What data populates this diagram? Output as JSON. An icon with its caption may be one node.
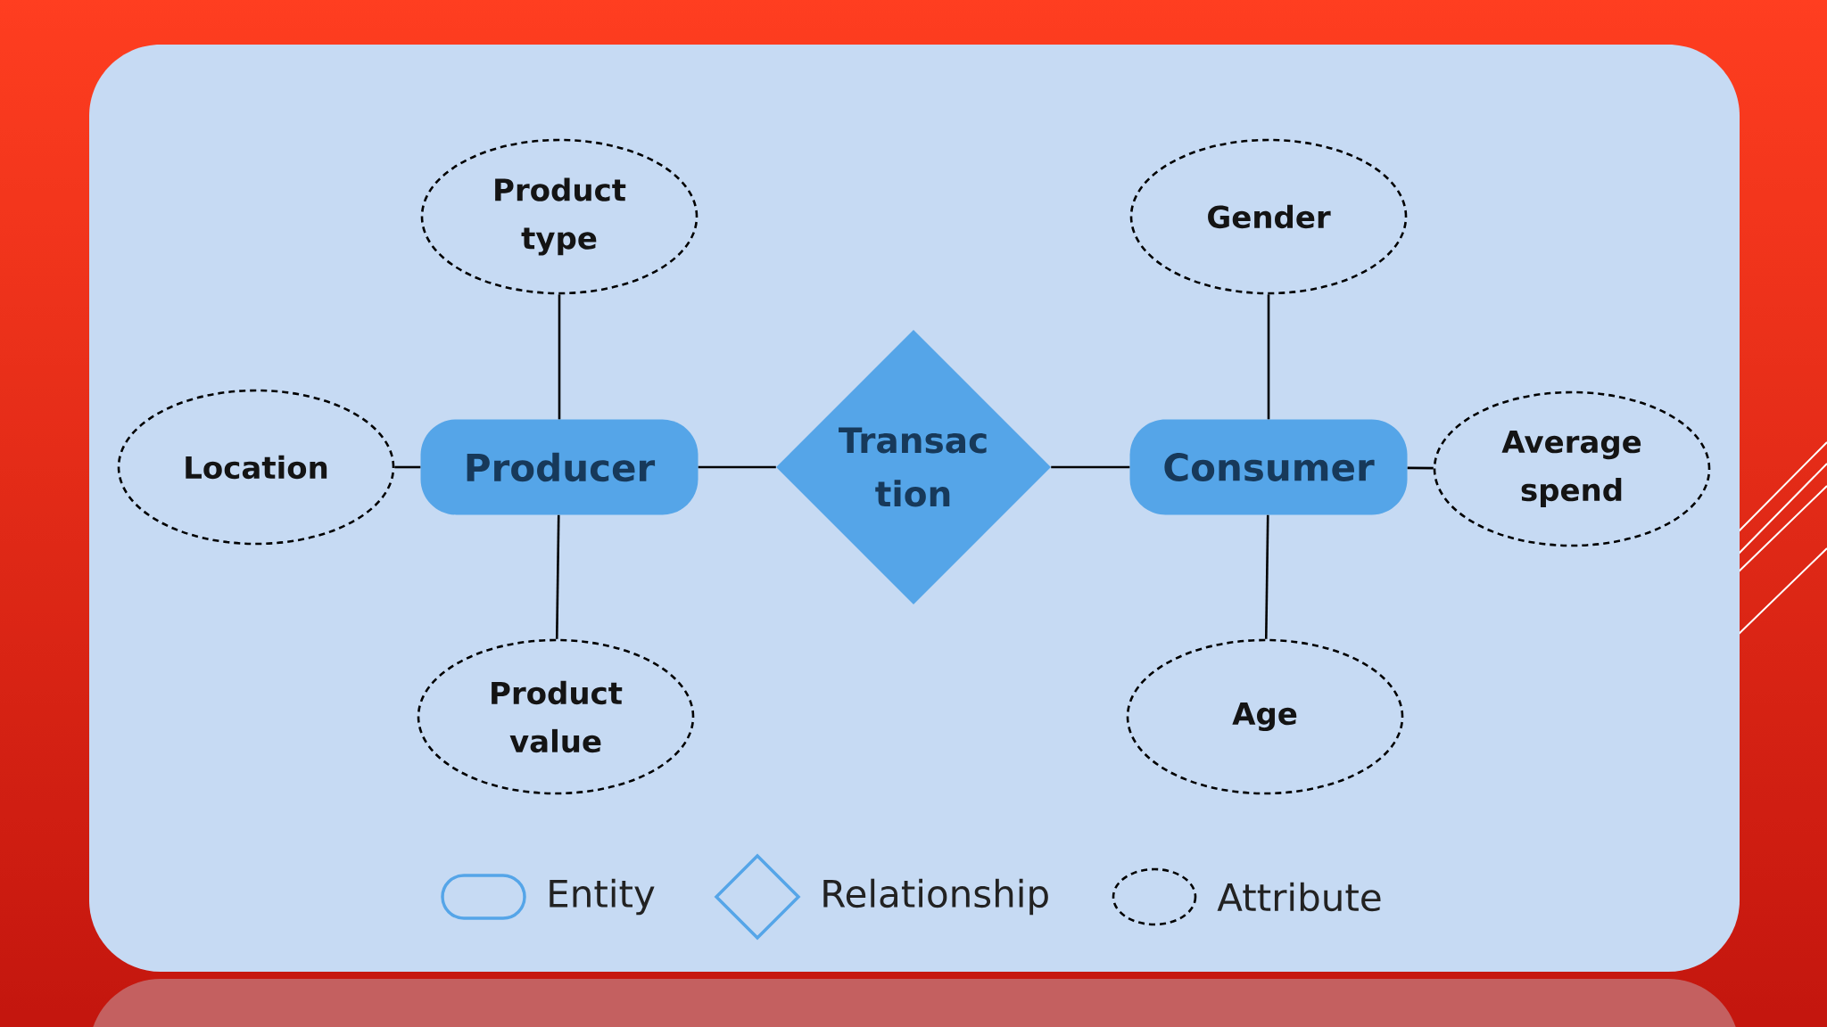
{
  "diagram": {
    "nodes": [
      {
        "text": [
          "Product type"
        ]
      },
      {
        "text": [
          "Gender"
        ]
      },
      {
        "text": [
          "Location"
        ]
      },
      {
        "text": [
          "Producer"
        ]
      },
      {
        "text": [
          "Transac tion"
        ]
      },
      {
        "text": [
          "Consumer"
        ]
      },
      {
        "text": [
          "Average spend"
        ]
      },
      {
        "text": [
          "Product value"
        ]
      },
      {
        "text": [
          "Age"
        ]
      }
    ],
    "edges": [
      {
        "from": 3,
        "to": 0,
        "arrow": "none"
      },
      {
        "from": 2,
        "to": 3,
        "arrow": "none"
      },
      {
        "from": 3,
        "to": 7,
        "arrow": "none"
      },
      {
        "from": 3,
        "to": 4,
        "arrow": "none"
      },
      {
        "from": 4,
        "to": 5,
        "arrow": "none"
      },
      {
        "from": 5,
        "to": 1,
        "arrow": "none"
      },
      {
        "from": 5,
        "to": 6,
        "arrow": "none"
      },
      {
        "from": 5,
        "to": 8,
        "arrow": "none"
      }
    ],
    "legend": [
      {
        "text": "Entity"
      },
      {
        "text": "Relationship"
      },
      {
        "text": "Attribute"
      }
    ]
  }
}
